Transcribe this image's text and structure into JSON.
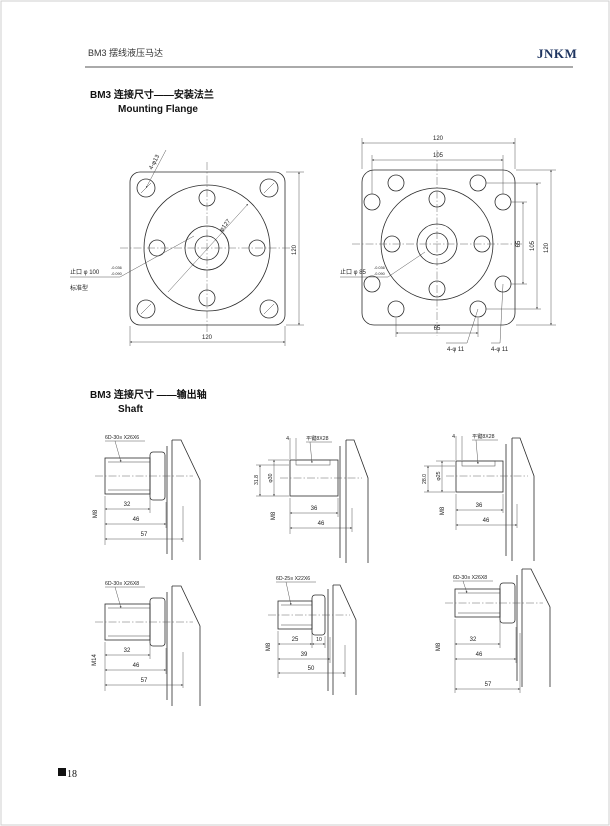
{
  "header": {
    "title": "BM3 摆线液压马达",
    "brand": "JNKM"
  },
  "flange": {
    "title_cn": "BM3 连接尺寸——安装法兰",
    "title_en": "Mounting  Flange",
    "left": {
      "holes": "4-φ13",
      "pcd": "φ127",
      "pilot": "止口 φ 100",
      "tol_upper": "-0.036",
      "tol_lower": "-0.090",
      "type": "标准型",
      "height": "120",
      "width": "120"
    },
    "right": {
      "width": "120",
      "hole_span": "105",
      "pilot": "止口 φ 85",
      "tol_upper": "-0.036",
      "tol_lower": "-0.090",
      "v_inner": "65",
      "v_mid": "105",
      "v_outer": "120",
      "bottom": "65",
      "holes_1": "4-φ 11",
      "holes_2": "4-φ 11"
    }
  },
  "shaft": {
    "title_cn": "BM3 连接尺寸 ——输出轴",
    "title_en": "Shaft",
    "items": [
      {
        "spline": "6D-30≡ X26X6",
        "thread": "M8",
        "d1": "32",
        "d2": "46",
        "d3": "57"
      },
      {
        "key": "平键8X28",
        "key_offset": "4",
        "key_height": "31.8",
        "dia": "φ30",
        "thread": "M8",
        "d1": "36",
        "d2": "46"
      },
      {
        "key": "平键8X28",
        "key_offset": "4",
        "key_height": "28.0",
        "dia": "φ25",
        "thread": "M8",
        "d1": "36",
        "d2": "46"
      },
      {
        "spline": "6D-30≡ X26X8",
        "thread": "M14",
        "d1": "32",
        "d2": "46",
        "d3": "57"
      },
      {
        "spline": "6D-25≡ X22X6",
        "thread": "M8",
        "d1": "25",
        "d_collar": "10",
        "d2": "39",
        "d3": "50"
      },
      {
        "spline": "6D-30≡ X26X8",
        "thread": "M8",
        "d1": "32",
        "d2": "46",
        "d3": "57"
      }
    ]
  },
  "footer": {
    "page": "18"
  }
}
